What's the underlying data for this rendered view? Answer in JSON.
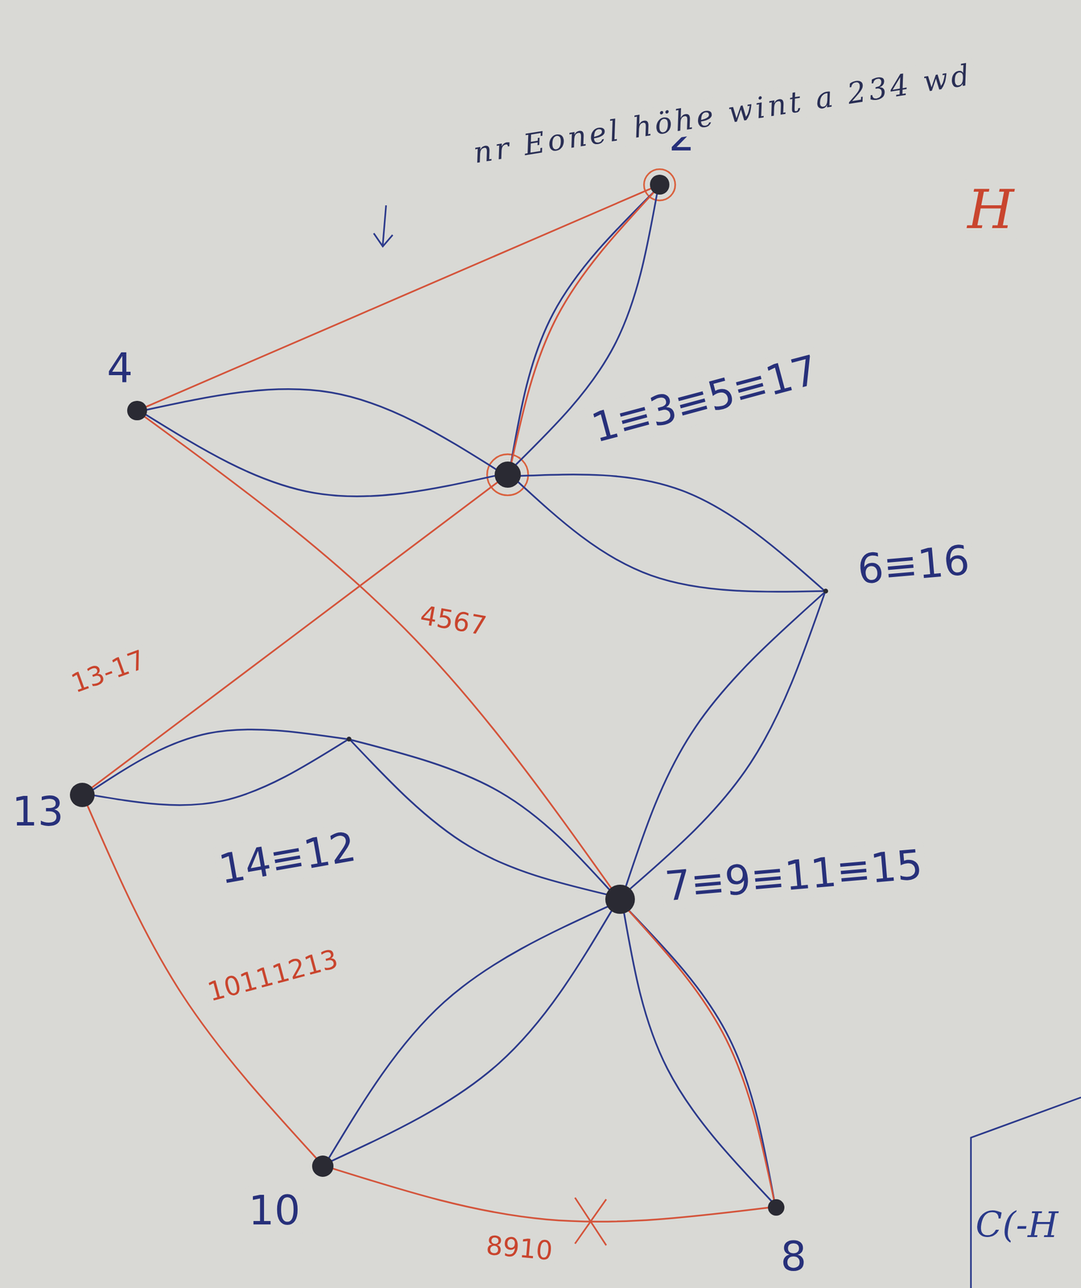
{
  "diagram": {
    "nodes": [
      {
        "text": [
          "2"
        ]
      },
      {
        "text": [
          "4"
        ]
      },
      {
        "text": [
          "1≡3≡5≡17"
        ]
      },
      {
        "text": [
          "6≡16"
        ]
      },
      {
        "text": [
          "13"
        ]
      },
      {
        "text": [
          "14≡12"
        ]
      },
      {
        "text": [
          "7≡9≡11≡15"
        ]
      },
      {
        "text": [
          "10"
        ]
      },
      {
        "text": [
          "8"
        ]
      }
    ],
    "edges": [
      {
        "from": 0,
        "to": 2,
        "arrow": "none"
      },
      {
        "from": 0,
        "to": 2,
        "arrow": "none"
      },
      {
        "from": 1,
        "to": 2,
        "arrow": "none"
      },
      {
        "from": 1,
        "to": 2,
        "arrow": "none"
      },
      {
        "from": 2,
        "to": 3,
        "arrow": "none"
      },
      {
        "from": 2,
        "to": 3,
        "arrow": "none"
      },
      {
        "from": 3,
        "to": 6,
        "arrow": "none"
      },
      {
        "from": 3,
        "to": 6,
        "arrow": "none"
      },
      {
        "from": 4,
        "to": 5,
        "arrow": "none"
      },
      {
        "from": 4,
        "to": 5,
        "arrow": "none"
      },
      {
        "from": 5,
        "to": 6,
        "arrow": "none"
      },
      {
        "from": 5,
        "to": 6,
        "arrow": "none"
      },
      {
        "from": 6,
        "to": 7,
        "arrow": "none"
      },
      {
        "from": 6,
        "to": 7,
        "arrow": "none"
      },
      {
        "from": 6,
        "to": 8,
        "arrow": "none"
      },
      {
        "from": 6,
        "to": 8,
        "arrow": "none"
      },
      {
        "from": 0,
        "to": 1,
        "arrow": "none"
      },
      {
        "from": 0,
        "to": 2,
        "arrow": "none"
      },
      {
        "from": 1,
        "to": 6,
        "label": "4567",
        "arrow": "none"
      },
      {
        "from": 2,
        "to": 4,
        "label": "13-17",
        "arrow": "none"
      },
      {
        "from": 4,
        "to": 7,
        "label": "10111213",
        "arrow": "none"
      },
      {
        "from": 7,
        "to": 8,
        "label": "8910",
        "arrow": "none"
      },
      {
        "from": 6,
        "to": 8,
        "arrow": "none"
      }
    ],
    "labels": [
      "nr Eonel höhe wint a 234 wd",
      "H",
      "C(-H"
    ]
  }
}
